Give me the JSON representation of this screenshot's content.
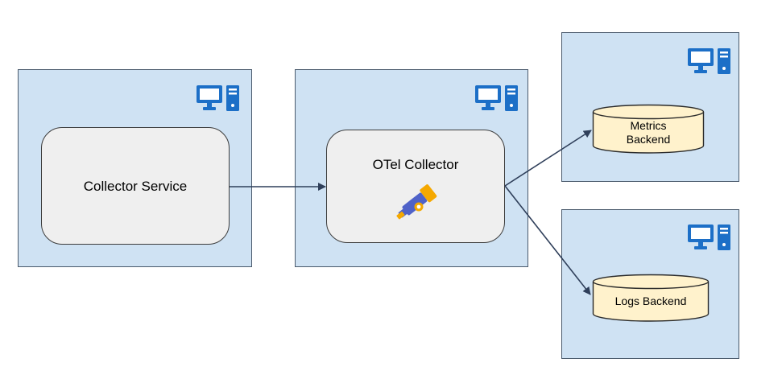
{
  "nodes": {
    "collector_service": "Collector Service",
    "otel_collector": "OTel Collector",
    "metrics_backend": [
      "Metrics",
      "Backend"
    ],
    "logs_backend": "Logs Backend"
  },
  "icons": {
    "host": "computer-icon",
    "collector_logo": "telescope-icon"
  },
  "colors": {
    "host_fill": "#cfe2f3",
    "host_border": "#4a5a6c",
    "node_fill": "#efefef",
    "db_fill": "#fff2cc",
    "icon_blue": "#1c6fc7",
    "arrow": "#2f3f5a",
    "logo_blue": "#4f62c8",
    "logo_orange": "#f5a800"
  }
}
